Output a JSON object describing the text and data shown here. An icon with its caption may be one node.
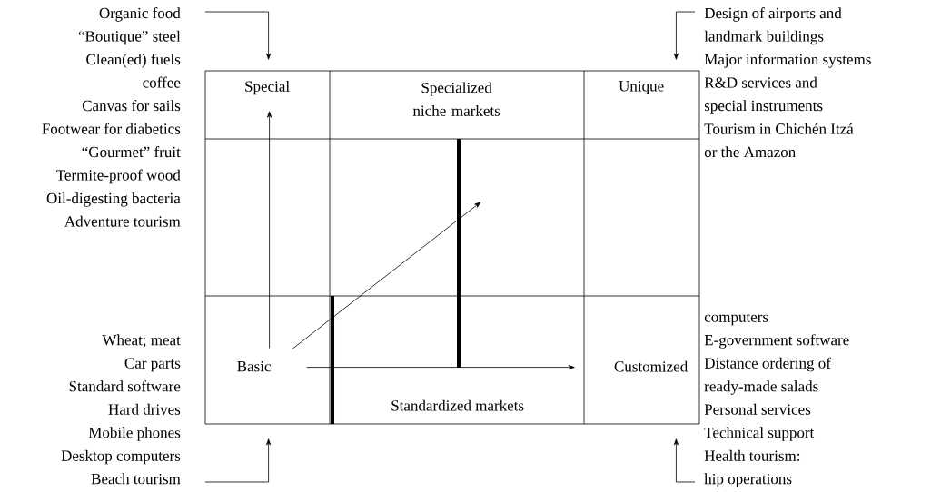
{
  "diagram": {
    "nodes": [
      {
        "text": [
          "Organic food",
          "“Boutique” steel",
          "Clean(ed) fuels",
          "coffee",
          "Canvas for sails",
          "Footwear for diabetics",
          "“Gourmet” fruit",
          "Termite-proof wood",
          "Oil-digesting bacteria",
          "Adventure tourism"
        ]
      },
      {
        "text": [],
        "shape": "box"
      },
      {
        "text": [
          "Special"
        ],
        "in": 1
      },
      {
        "text": [
          "Specialized niche markets"
        ],
        "in": 1
      },
      {
        "text": [
          "Unique"
        ],
        "in": 1
      },
      {
        "text": [
          "Design of airports and landmark buildings",
          "Major information systems",
          "R&D services and special instruments",
          "Tourism in Chichén Itzá or the Amazon"
        ]
      },
      {
        "text": [
          "Basic"
        ],
        "in": 1
      },
      {
        "text": [
          "Standardized markets"
        ],
        "in": 1
      },
      {
        "text": [
          "Customized"
        ],
        "in": 1
      },
      {
        "text": [
          "Wheat; meat",
          "Car parts",
          "Standard software",
          "Hard drives",
          "Mobile phones",
          "Desktop computers",
          "Beach tourism"
        ]
      },
      {
        "text": [
          "computers",
          "E-government software",
          "Distance ordering of ready-made salads",
          "Personal services",
          "Technical support",
          "Health tourism: hip operations"
        ]
      }
    ],
    "edges": [
      {
        "from": 0,
        "to": 1,
        "arrow": "to"
      },
      {
        "from": 5,
        "to": 1,
        "arrow": "to"
      },
      {
        "from": 9,
        "to": 1,
        "arrow": "to"
      },
      {
        "from": 10,
        "to": 1,
        "arrow": "to"
      },
      {
        "from": 6,
        "to": 2,
        "arrow": "to"
      },
      {
        "from": 6,
        "to": null,
        "arrow": "to"
      },
      {
        "from": 6,
        "to": 8,
        "arrow": "to"
      }
    ]
  }
}
